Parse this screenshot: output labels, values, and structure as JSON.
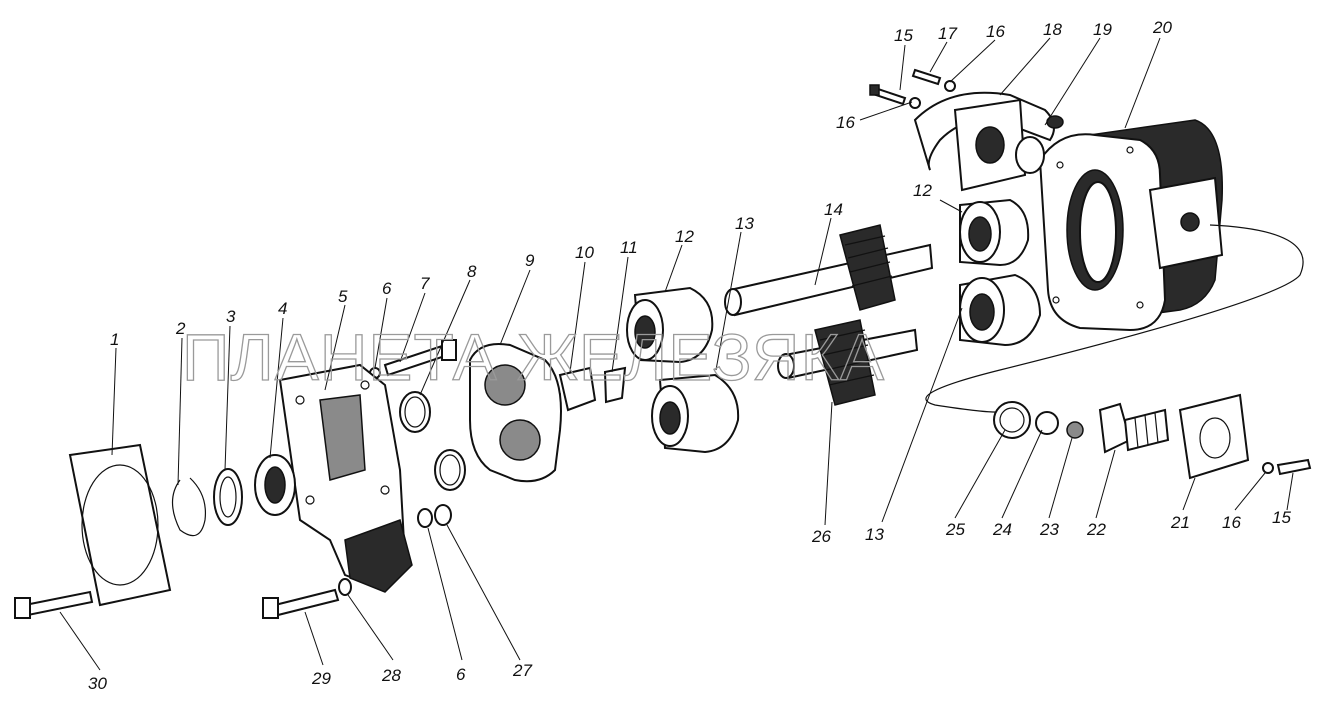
{
  "watermark": "ПЛАНЕТА ЖЕЛЕЗЯКА",
  "callouts": [
    "1",
    "2",
    "3",
    "4",
    "5",
    "6",
    "7",
    "8",
    "9",
    "10",
    "11",
    "12",
    "13",
    "14",
    "15",
    "16",
    "17",
    "18",
    "19",
    "20",
    "21",
    "22",
    "23",
    "24",
    "25",
    "26",
    "27",
    "28",
    "29",
    "30"
  ],
  "callouts_extra": [
    "6",
    "12",
    "13",
    "15",
    "16",
    "16"
  ]
}
